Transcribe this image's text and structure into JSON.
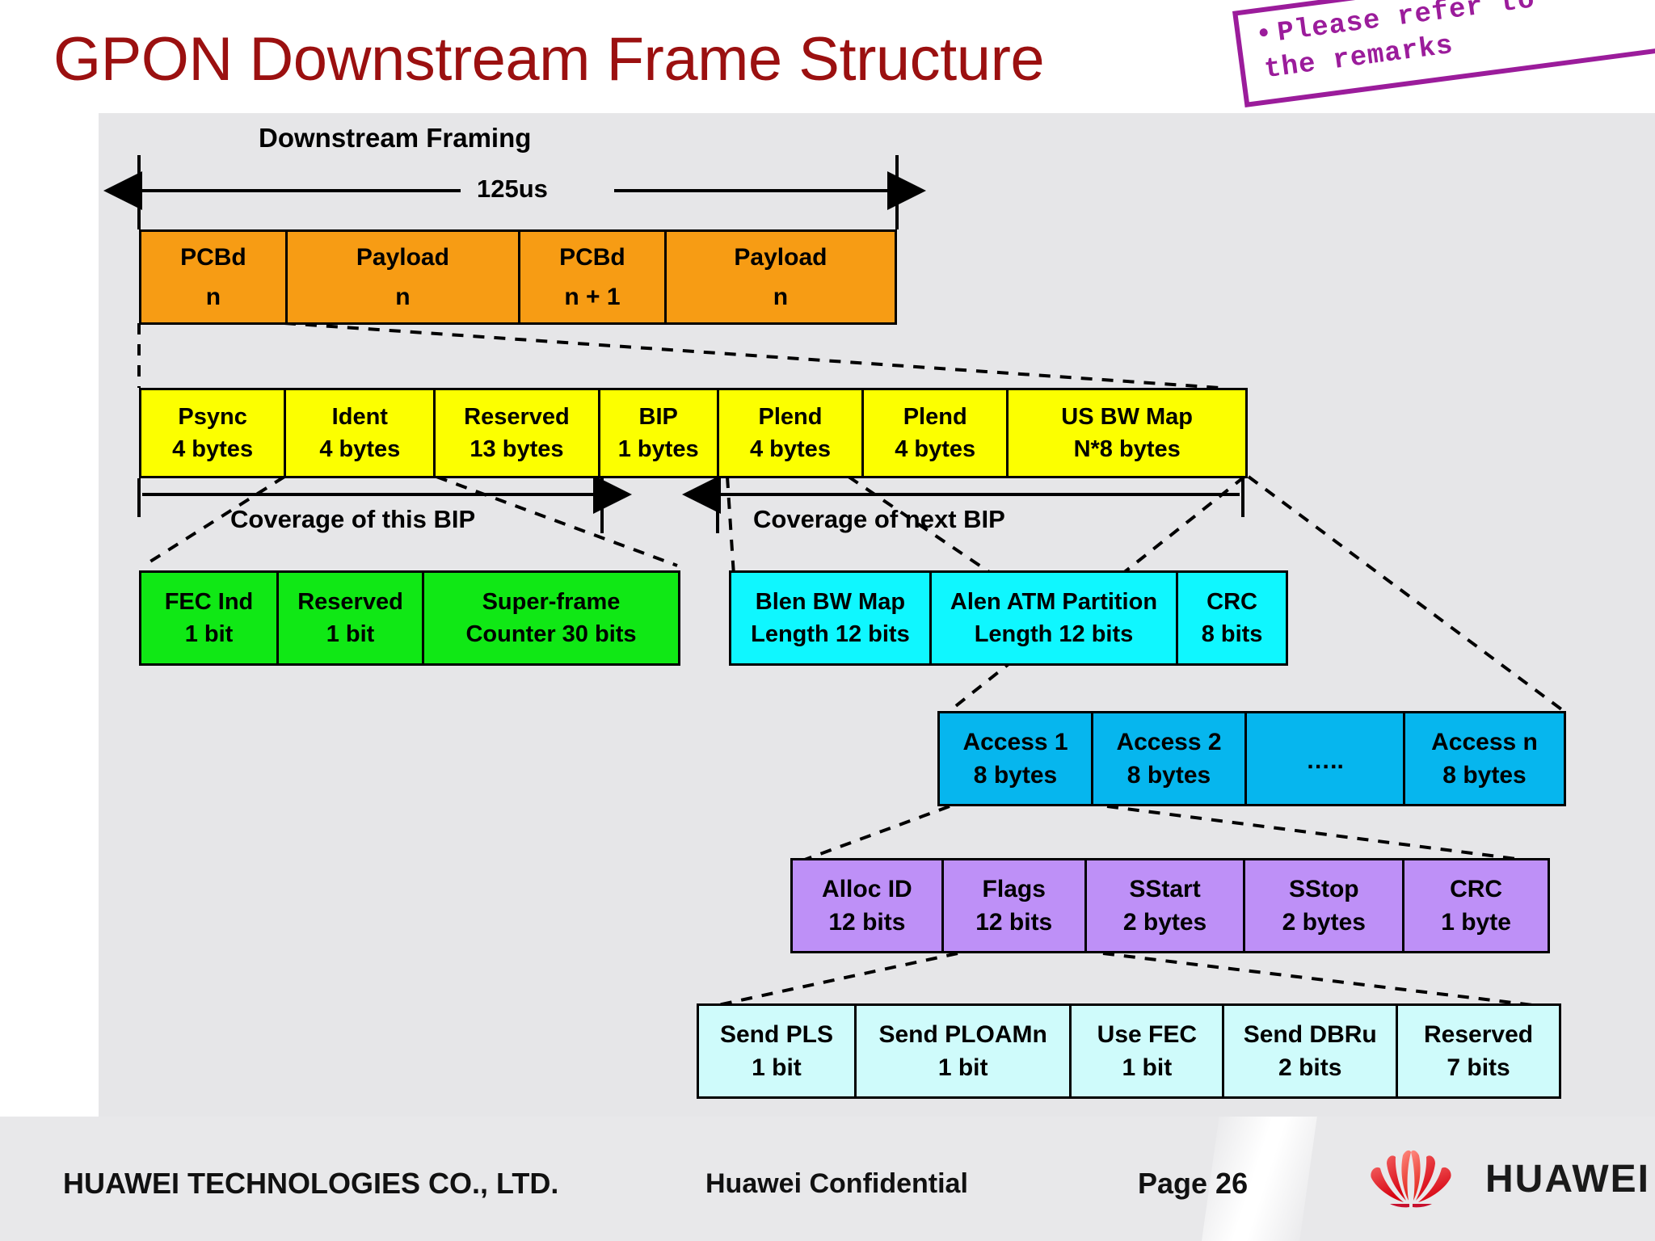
{
  "slide": {
    "title": "GPON Downstream Frame Structure",
    "title_color": "#9B1010"
  },
  "stamp": {
    "line1": "Please refer to",
    "line2": "the remarks",
    "color": "#9B1C9B",
    "bullet": "bullet-dot"
  },
  "diagram": {
    "framing_label": "Downstream Framing",
    "duration_label": "125us",
    "coverage_this_bip": "Coverage of this BIP",
    "coverage_next_bip": "Coverage of next BIP",
    "frame_row": {
      "color": "#F79C14",
      "cells": [
        {
          "name": "PCBd",
          "sub": "n"
        },
        {
          "name": "Payload",
          "sub": "n"
        },
        {
          "name": "PCBd",
          "sub": "n + 1"
        },
        {
          "name": "Payload",
          "sub": "n"
        }
      ]
    },
    "pcbd_row": {
      "color": "#FCFF00",
      "cells": [
        {
          "name": "Psync",
          "sub": "4 bytes"
        },
        {
          "name": "Ident",
          "sub": "4 bytes"
        },
        {
          "name": "Reserved",
          "sub": "13 bytes"
        },
        {
          "name": "BIP",
          "sub": "1 bytes"
        },
        {
          "name": "Plend",
          "sub": "4 bytes"
        },
        {
          "name": "Plend",
          "sub": "4 bytes"
        },
        {
          "name": "US BW Map",
          "sub": "N*8 bytes"
        }
      ]
    },
    "ident_row": {
      "color": "#10E815",
      "cells": [
        {
          "name": "FEC Ind",
          "sub": "1 bit"
        },
        {
          "name": "Reserved",
          "sub": "1 bit"
        },
        {
          "name": "Super-frame",
          "sub": "Counter 30 bits"
        }
      ]
    },
    "plend_row": {
      "color": "#0FF7FF",
      "cells": [
        {
          "name": "Blen BW Map",
          "sub": "Length 12 bits"
        },
        {
          "name": "Alen ATM Partition",
          "sub": "Length 12 bits"
        },
        {
          "name": "CRC",
          "sub": "8 bits"
        }
      ]
    },
    "bwmap_row": {
      "color": "#06B6EE",
      "cells": [
        {
          "name": "Access 1",
          "sub": "8 bytes"
        },
        {
          "name": "Access 2",
          "sub": "8 bytes"
        },
        {
          "name": "",
          "sub": "….."
        },
        {
          "name": "Access n",
          "sub": "8 bytes"
        }
      ]
    },
    "access_row": {
      "color": "#BE90F7",
      "cells": [
        {
          "name": "Alloc ID",
          "sub": "12 bits"
        },
        {
          "name": "Flags",
          "sub": "12 bits"
        },
        {
          "name": "SStart",
          "sub": "2 bytes"
        },
        {
          "name": "SStop",
          "sub": "2 bytes"
        },
        {
          "name": "CRC",
          "sub": "1 byte"
        }
      ]
    },
    "flags_row": {
      "color": "#CFFBFB",
      "cells": [
        {
          "name": "Send PLS",
          "sub": "1 bit"
        },
        {
          "name": "Send PLOAMn",
          "sub": "1 bit"
        },
        {
          "name": "Use FEC",
          "sub": "1 bit"
        },
        {
          "name": "Send DBRu",
          "sub": "2 bits"
        },
        {
          "name": "Reserved",
          "sub": "7 bits"
        }
      ]
    }
  },
  "footer": {
    "company": "HUAWEI TECHNOLOGIES CO., LTD.",
    "confidential": "Huawei Confidential",
    "page": "Page 26",
    "logo_text": "HUAWEI",
    "logo_color": "#E2231A"
  }
}
